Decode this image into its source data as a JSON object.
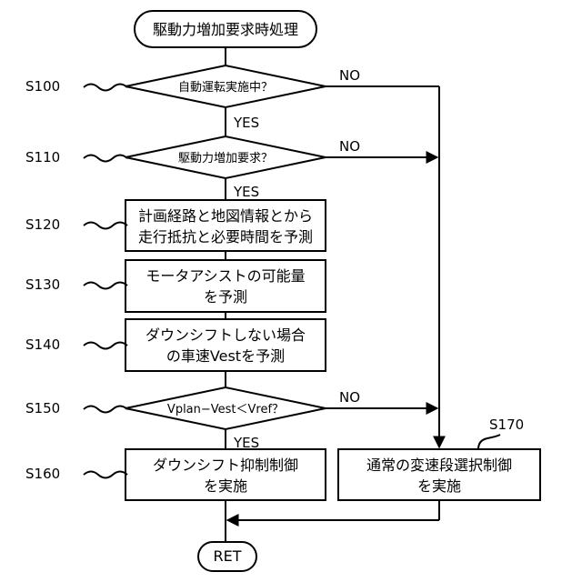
{
  "start": "駆動力増加要求時処理",
  "end": "RET",
  "steps": {
    "s100": {
      "id": "S100",
      "text": "自動運転実施中？"
    },
    "s110": {
      "id": "S110",
      "text": "駆動力増加要求？"
    },
    "s120": {
      "id": "S120",
      "line1": "計画経路と地図情報とから",
      "line2": "走行抵抗と必要時間を予測"
    },
    "s130": {
      "id": "S130",
      "line1": "モータアシストの可能量",
      "line2": "を予測"
    },
    "s140": {
      "id": "S140",
      "line1": "ダウンシフトしない場合",
      "line2": "の車速Vestを予測"
    },
    "s150": {
      "id": "S150",
      "text": "Vplan−Vest＜Vref？"
    },
    "s160": {
      "id": "S160",
      "line1": "ダウンシフト抑制制御",
      "line2": "を実施"
    },
    "s170": {
      "id": "S170",
      "line1": "通常の変速段選択制御",
      "line2": "を実施"
    }
  },
  "labels": {
    "yes": "YES",
    "no": "NO"
  }
}
